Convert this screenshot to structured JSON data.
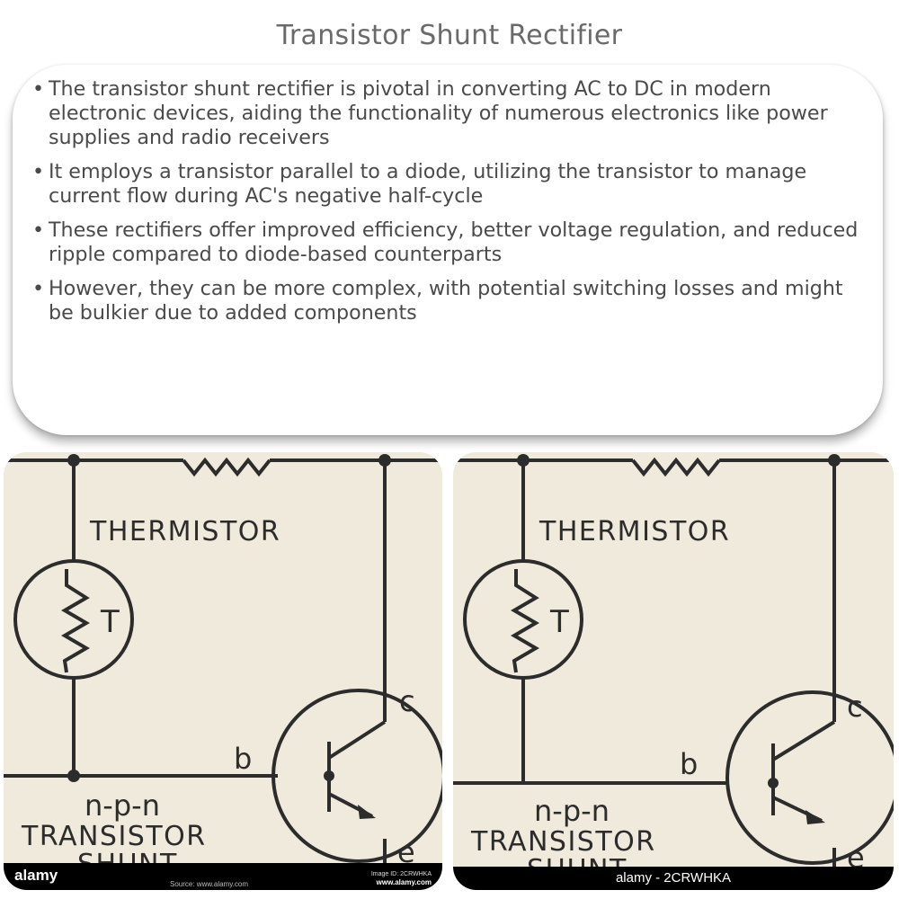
{
  "title": "Transistor Shunt Rectifier",
  "bullets": [
    "The transistor shunt rectifier is pivotal in converting AC to DC in modern electronic devices, aiding the functionality of numerous electronics like power supplies and radio receivers",
    "It employs a transistor parallel to a diode, utilizing the transistor to manage current flow during AC's negative half-cycle",
    "These rectifiers offer improved efficiency, better voltage regulation, and reduced ripple compared to diode-based counterparts",
    "However, they can be more complex, with potential switching losses and might be bulkier due to added components"
  ],
  "diagram": {
    "thermistor_label": "THERMISTOR",
    "thermistor_symbol": "T",
    "collector_label": "c",
    "base_label": "b",
    "emitter_label": "e",
    "type_label": "n-p-n",
    "transistor_label": "TRANSISTOR",
    "shunt_label": "SHUNT"
  },
  "watermarks": {
    "left_logo": "alamy",
    "left_source": "Source: www.alamy.com",
    "left_id": "Image ID: 2CRWHKA",
    "left_url": "www.alamy.com",
    "right_caption": "alamy - 2CRWHKA"
  },
  "colors": {
    "paper": "#efeadb",
    "ink": "#2c2c2c",
    "title": "#6a6a6a",
    "body_text": "#4a4a4a"
  }
}
